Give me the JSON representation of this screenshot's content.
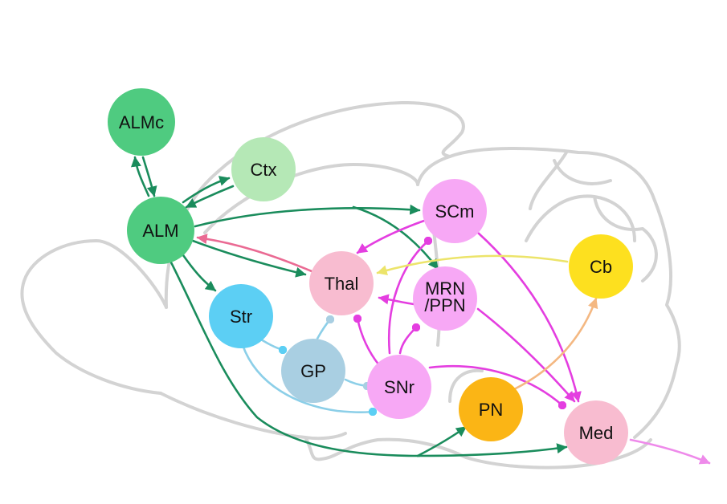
{
  "diagram": {
    "nodes": [
      {
        "id": "ALMc",
        "label": "ALMc",
        "color": "#4fcb80"
      },
      {
        "id": "Ctx",
        "label": "Ctx",
        "color": "#b5e8b6"
      },
      {
        "id": "ALM",
        "label": "ALM",
        "color": "#4fcb80"
      },
      {
        "id": "SCm",
        "label": "SCm",
        "color": "#f7a8f5"
      },
      {
        "id": "Thal",
        "label": "Thal",
        "color": "#f8bcd0"
      },
      {
        "id": "MRN",
        "label": "MRN",
        "color": "#f7a8f5"
      },
      {
        "id": "PPN",
        "label": "/PPN",
        "color": "#f7a8f5"
      },
      {
        "id": "Cb",
        "label": "Cb",
        "color": "#fde01f"
      },
      {
        "id": "Str",
        "label": "Str",
        "color": "#5ccff4"
      },
      {
        "id": "GP",
        "label": "GP",
        "color": "#a9cfe2"
      },
      {
        "id": "SNr",
        "label": "SNr",
        "color": "#f7a8f5"
      },
      {
        "id": "PN",
        "label": "PN",
        "color": "#fbb515"
      },
      {
        "id": "Med",
        "label": "Med",
        "color": "#f8bcd0"
      }
    ],
    "edge_colors": {
      "cortical": "#1a8c5c",
      "thalamic_feedback": "#ea6a93",
      "cerebellar": "#ece46a",
      "basal_ganglia": "#8ccfe8",
      "midbrain": "#e43ee0",
      "pontine": "#f4b882",
      "output": "#ee8aea",
      "brain_outline": "#d3d3d3"
    }
  }
}
